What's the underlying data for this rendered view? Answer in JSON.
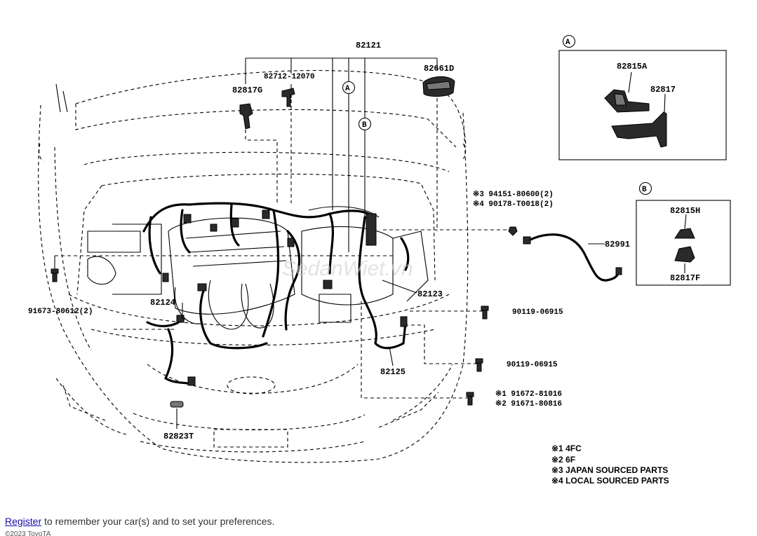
{
  "diagram": {
    "labels": {
      "main_harness": "82121",
      "clip_a_label": "82712-12070",
      "part_82817g": "82817G",
      "part_82661d": "82661D",
      "part_82124": "82124",
      "part_82123": "82123",
      "part_82125": "82125",
      "part_82823t": "82823T",
      "part_82991": "82991",
      "bolt_left": "91673-80612(2)",
      "bolt_90119_a": "90119-06915",
      "bolt_90119_b": "90119-06915",
      "nut_1": "※3 94151-80600(2)",
      "nut_2": "※4 90178-T0018(2)",
      "bolt_sub_1": "※1 91672-81016",
      "bolt_sub_2": "※2 91671-80816",
      "callout_a": "A",
      "callout_b": "B"
    },
    "inset_a": {
      "marker": "A",
      "part_1": "82815A",
      "part_2": "82817"
    },
    "inset_b": {
      "marker": "B",
      "part_1": "82815H",
      "part_2": "82817F"
    },
    "notes": [
      "※1 4FC",
      "※2 6F",
      "※3 JAPAN SOURCED PARTS",
      "※4 LOCAL SOURCED PARTS"
    ],
    "watermark": "SedanWiet.vn"
  },
  "footer": {
    "register_link": "Register",
    "register_text": " to remember your car(s) and to set your preferences.",
    "copyright": "©2023 ToyoTA"
  }
}
